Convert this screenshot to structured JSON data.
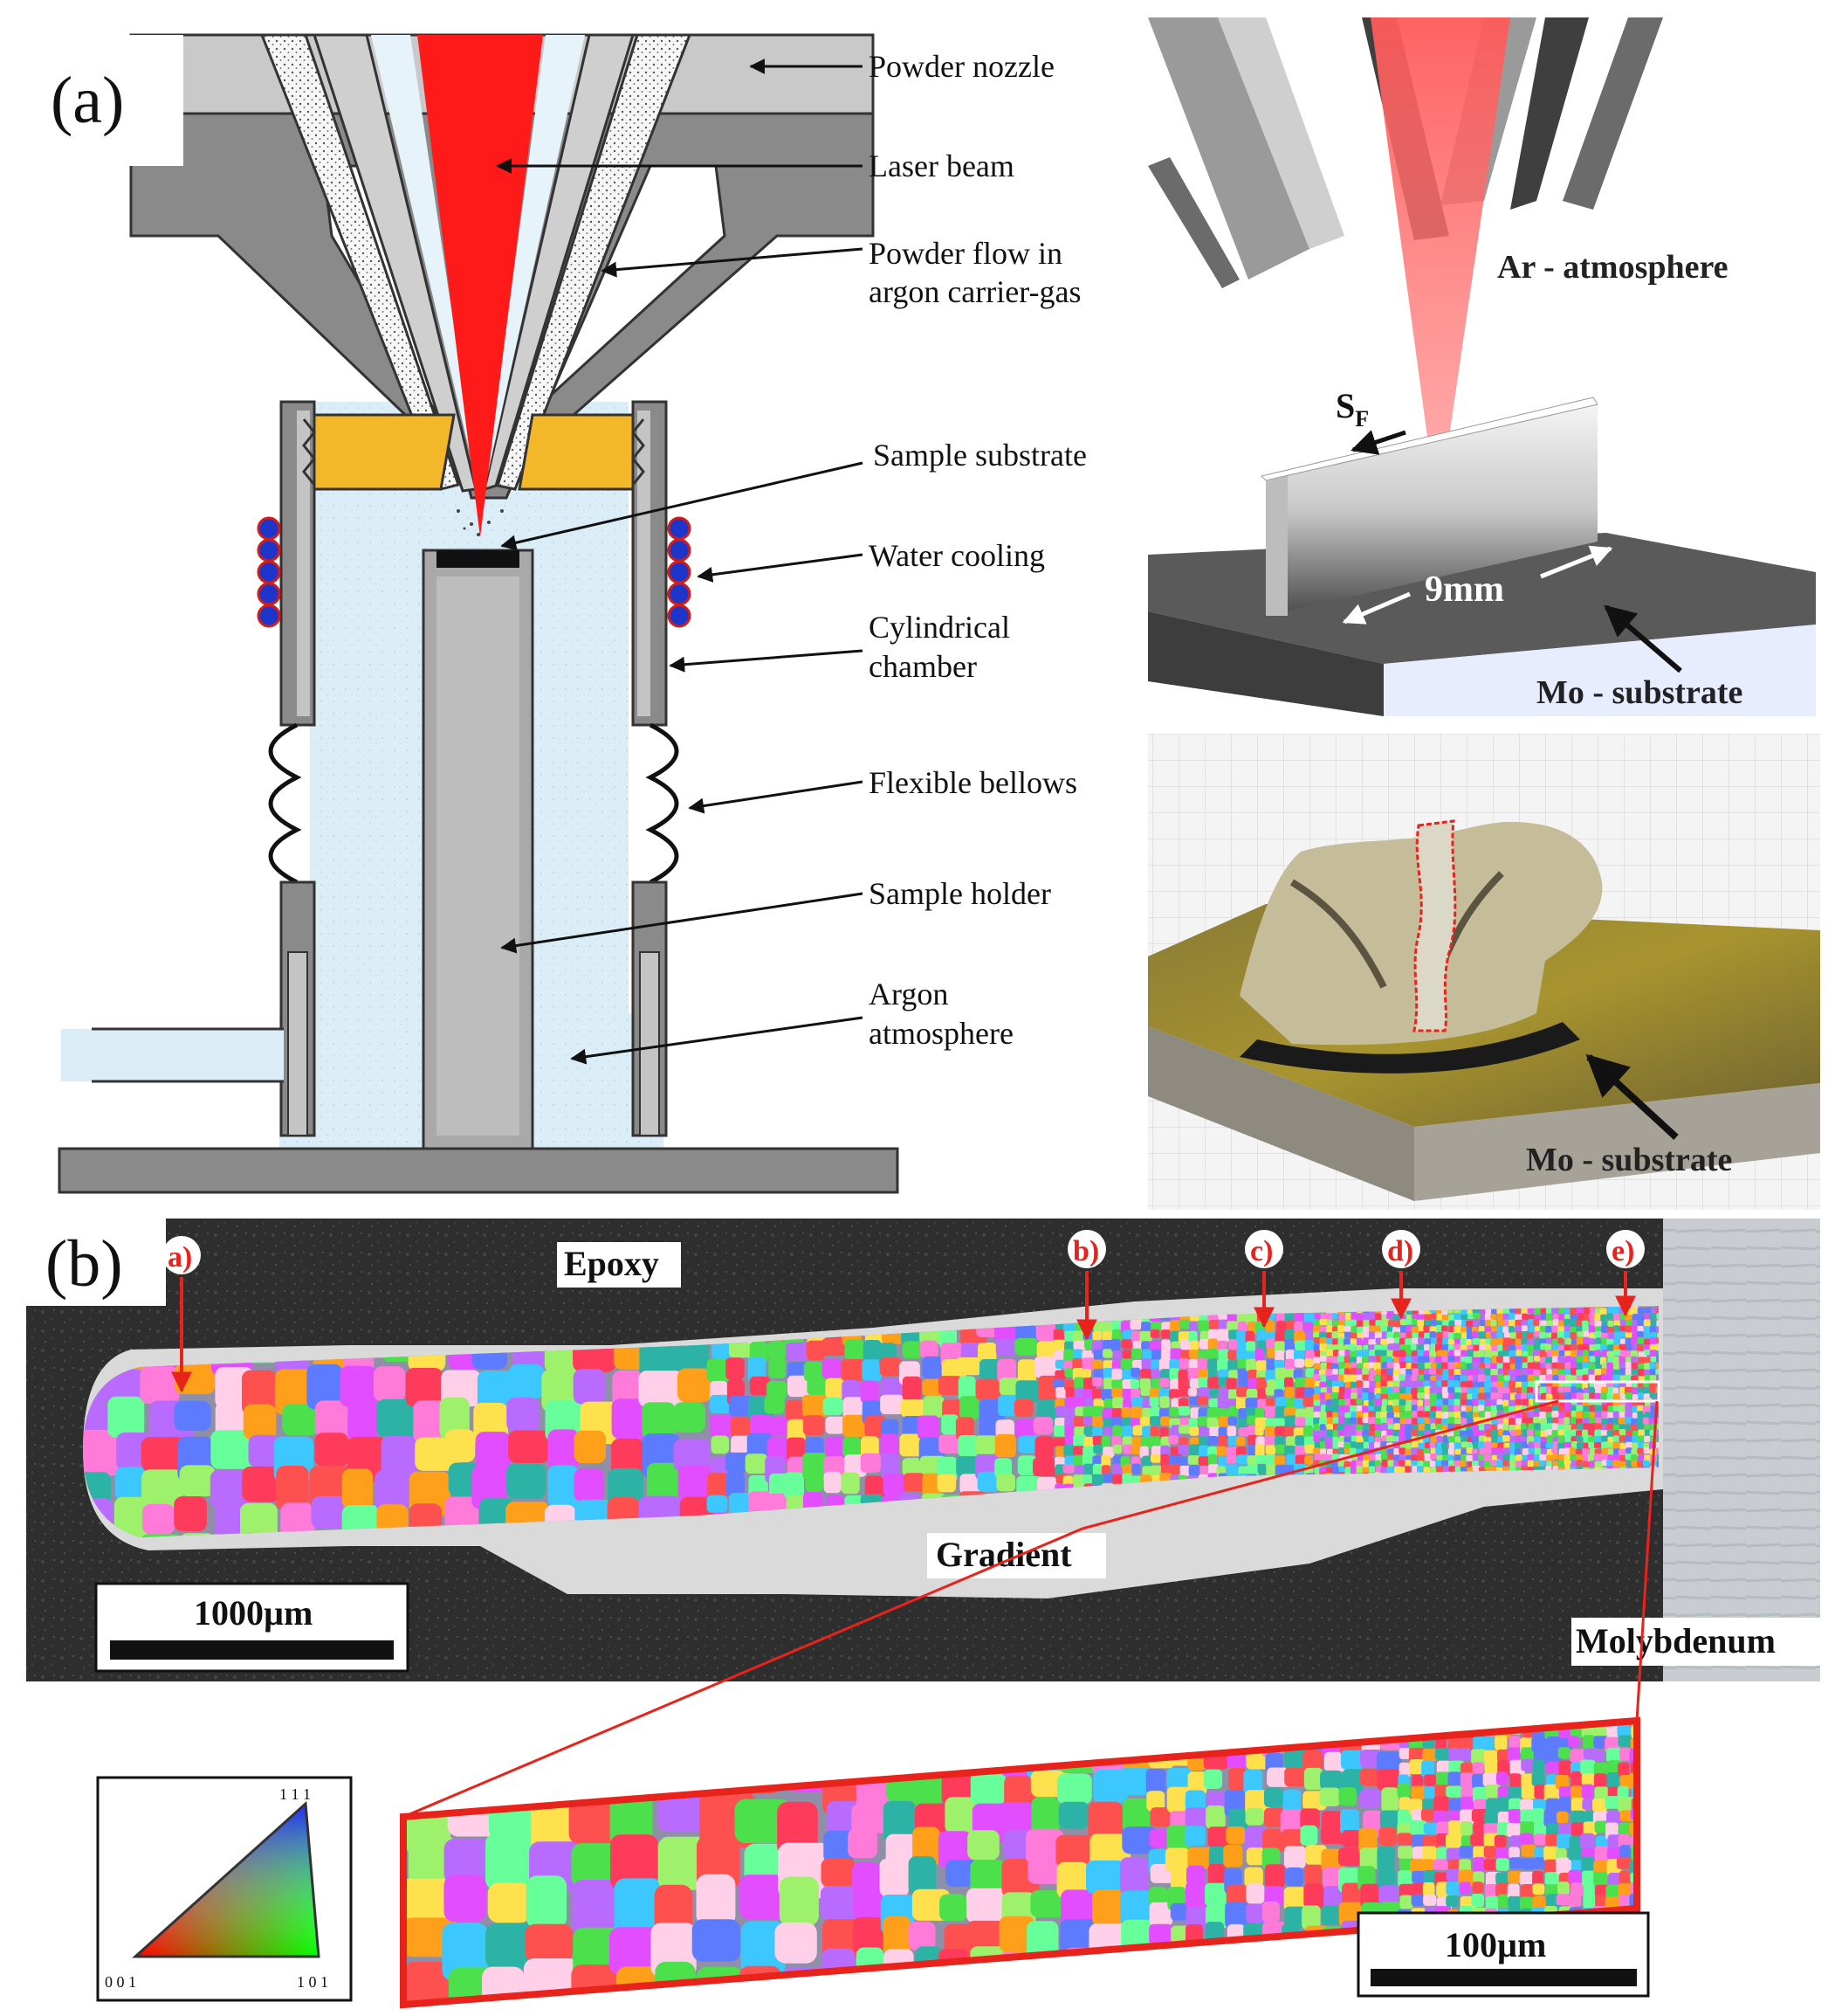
{
  "panel_a": {
    "label": "(a)",
    "labels": {
      "powder_nozzle": "Powder nozzle",
      "laser_beam": "Laser beam",
      "powder_flow_1": "Powder flow in",
      "powder_flow_2": "argon carrier-gas",
      "sample_substrate": "Sample substrate",
      "water_cooling": "Water cooling",
      "chamber_1": "Cylindrical",
      "chamber_2": "chamber",
      "bellows": "Flexible bellows",
      "holder": "Sample holder",
      "argon_1": "Argon",
      "argon_2": "atmosphere"
    },
    "render": {
      "ar_atmosphere": "Ar - atmosphere",
      "sf": "S",
      "sf_sub": "F",
      "length": "9mm",
      "substrate": "Mo - substrate"
    },
    "photo": {
      "substrate": "Mo - substrate"
    }
  },
  "panel_b": {
    "label": "(b)",
    "markers": [
      "a)",
      "b)",
      "c)",
      "d)",
      "e)"
    ],
    "epoxy": "Epoxy",
    "gradient": "Gradient",
    "molybdenum": "Molybdenum",
    "scale_large": "1000µm",
    "scale_small": "100µm",
    "ipf": {
      "top": "1 1 1",
      "left": "0 0 1",
      "right": "1 0 1"
    }
  },
  "colors": {
    "laser": "#ff1a1a",
    "marker": "#e8231c",
    "argon": "#dbeef8",
    "nozzle": "#8c8c8c",
    "seal": "#f3b72a",
    "coolant": "#1d35c8"
  }
}
